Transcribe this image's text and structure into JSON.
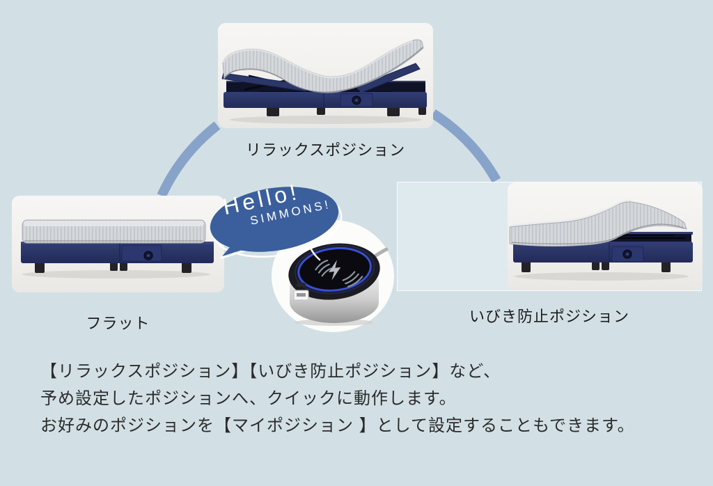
{
  "page": {
    "background_color": "#d2e0e5"
  },
  "positions": {
    "relax": {
      "label": "リラックスポジション"
    },
    "flat": {
      "label": "フラット"
    },
    "snore": {
      "label": "いびき防止ポジション"
    }
  },
  "bubble": {
    "greeting": "Hello!",
    "brand": "SIMMONS!",
    "color": "#3b5f9c",
    "outline_color": "#ffffff"
  },
  "device": {
    "top_icon": "charging-bolt-icon",
    "wave_icon": "signal-waves-icon",
    "ring_color": "#3d55e6"
  },
  "decor": {
    "arc_color": "#7e9cc7"
  },
  "description": {
    "line1": "【リラックスポジション】【いびき防止ポジション】など、",
    "line2": "予め設定したポジションへ、クイックに動作します。",
    "line3": "お好みのポジションを【マイポジション 】として設定することもできます。"
  }
}
